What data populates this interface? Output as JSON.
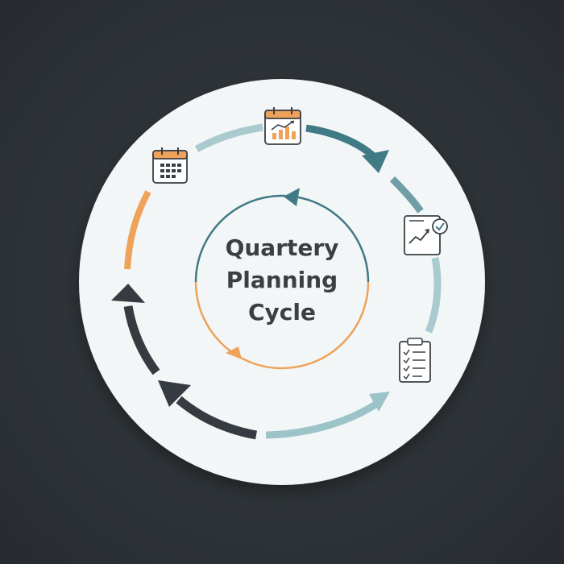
{
  "title_lines": [
    "Quartery",
    "Planning",
    "Cycle"
  ],
  "colors": {
    "background": "#2e3338",
    "disc": "#f3f6f7",
    "teal_dark": "#3f7a85",
    "teal_light": "#9cc4c8",
    "orange": "#eea25a",
    "charcoal": "#353b40",
    "text": "#3a3f44"
  },
  "stages": [
    {
      "icon": "calendar-grid-icon"
    },
    {
      "icon": "calendar-chart-icon"
    },
    {
      "icon": "trend-chart-check-icon"
    },
    {
      "icon": "checklist-clipboard-icon"
    }
  ]
}
